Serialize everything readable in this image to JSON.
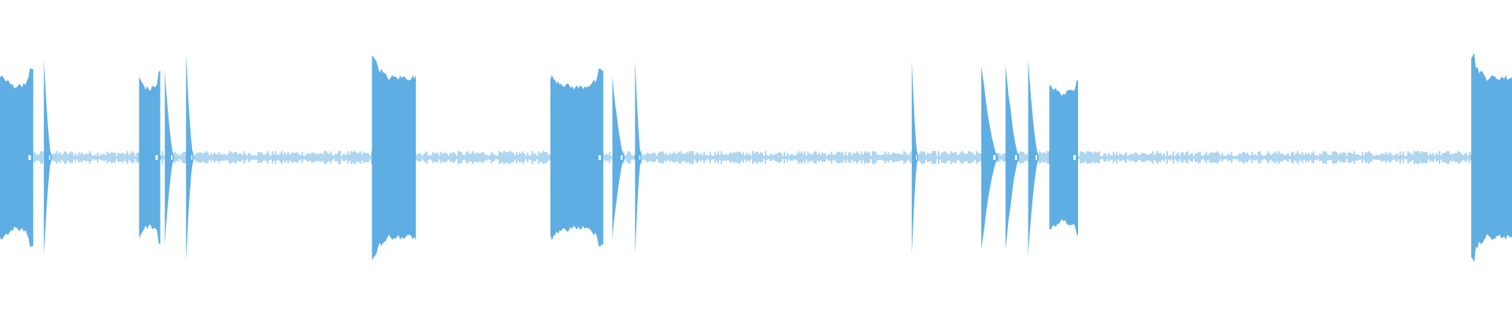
{
  "waveform": {
    "color": "#5faee3",
    "background": "#ffffff",
    "noise_floor_level": 0.05,
    "bursts": [
      {
        "start": 0.0,
        "end": 0.022,
        "level": 0.92,
        "shape": "dip"
      },
      {
        "start": 0.029,
        "end": 0.034,
        "level": 0.96,
        "shape": "spike"
      },
      {
        "start": 0.092,
        "end": 0.106,
        "level": 0.88,
        "shape": "dip"
      },
      {
        "start": 0.109,
        "end": 0.115,
        "level": 0.85,
        "shape": "spike"
      },
      {
        "start": 0.123,
        "end": 0.128,
        "level": 1.0,
        "shape": "spike"
      },
      {
        "start": 0.246,
        "end": 0.275,
        "level": 1.0,
        "shape": "attack"
      },
      {
        "start": 0.364,
        "end": 0.399,
        "level": 0.9,
        "shape": "dip"
      },
      {
        "start": 0.405,
        "end": 0.413,
        "level": 0.78,
        "shape": "spike"
      },
      {
        "start": 0.42,
        "end": 0.424,
        "level": 0.95,
        "shape": "spike"
      },
      {
        "start": 0.603,
        "end": 0.607,
        "level": 0.95,
        "shape": "spike"
      },
      {
        "start": 0.649,
        "end": 0.66,
        "level": 0.9,
        "shape": "spike"
      },
      {
        "start": 0.665,
        "end": 0.674,
        "level": 0.92,
        "shape": "spike"
      },
      {
        "start": 0.68,
        "end": 0.687,
        "level": 0.93,
        "shape": "spike"
      },
      {
        "start": 0.694,
        "end": 0.713,
        "level": 0.82,
        "shape": "dip"
      },
      {
        "start": 0.973,
        "end": 1.0,
        "level": 1.0,
        "shape": "attack"
      }
    ]
  }
}
